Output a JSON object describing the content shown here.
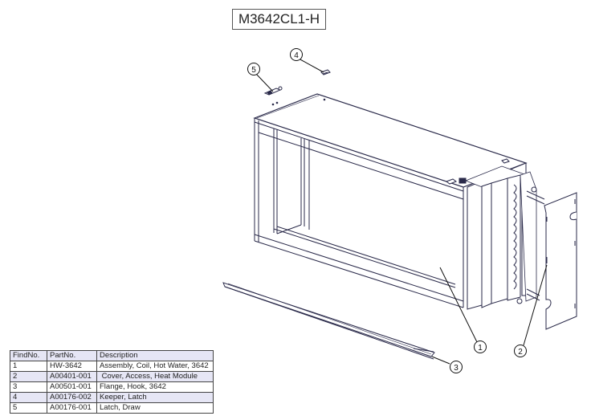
{
  "title": "M3642CL1-H",
  "bom_table": {
    "headers": [
      "FindNo.",
      "PartNo.",
      "Description"
    ],
    "rows": [
      {
        "find_no": "1",
        "part_no": "HW-3642",
        "description": "Assembly, Coil, Hot Water, 3642"
      },
      {
        "find_no": "2",
        "part_no": "A00401-001",
        "description": " Cover, Access, Heat Module"
      },
      {
        "find_no": "3",
        "part_no": "A00501-001",
        "description": "Flange, Hook, 3642"
      },
      {
        "find_no": "4",
        "part_no": "A00176-002",
        "description": "Keeper, Latch"
      },
      {
        "find_no": "5",
        "part_no": "A00176-001",
        "description": "Latch, Draw"
      }
    ]
  },
  "callouts": [
    {
      "label": "1",
      "part": "Assembly, Coil, Hot Water, 3642"
    },
    {
      "label": "2",
      "part": "Cover, Access, Heat Module"
    },
    {
      "label": "3",
      "part": "Flange, Hook, 3642"
    },
    {
      "label": "4",
      "part": "Keeper, Latch"
    },
    {
      "label": "5",
      "part": "Latch, Draw"
    }
  ],
  "colors": {
    "line": "#2a2a4a",
    "table_shade": "#e6e6f5",
    "table_border": "#444444"
  }
}
